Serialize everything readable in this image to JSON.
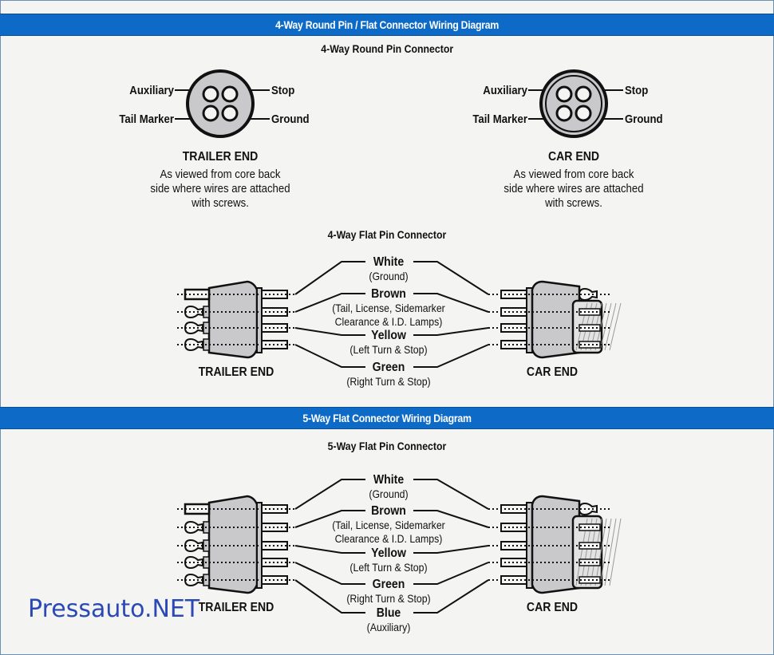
{
  "section1": {
    "banner": "4-Way Round Pin / Flat Connector Wiring Diagram",
    "round_title": "4-Way Round Pin Connector",
    "round_connectors": [
      {
        "end": "TRAILER END",
        "labels": {
          "top_left": "Auxiliary",
          "bottom_left": "Tail Marker",
          "top_right": "Stop",
          "bottom_right": "Ground"
        },
        "note": [
          "As viewed from core back",
          "side where wires are attached",
          "with screws."
        ]
      },
      {
        "end": "CAR END",
        "labels": {
          "top_left": "Auxiliary",
          "bottom_left": "Tail Marker",
          "top_right": "Stop",
          "bottom_right": "Ground"
        },
        "note": [
          "As viewed from core back",
          "side where wires are attached",
          "with screws."
        ]
      }
    ],
    "flat_title": "4-Way Flat Pin Connector",
    "wires": [
      {
        "color": "White",
        "desc": [
          "(Ground)"
        ]
      },
      {
        "color": "Brown",
        "desc": [
          "(Tail, License, Sidemarker",
          "Clearance & I.D. Lamps)"
        ]
      },
      {
        "color": "Yellow",
        "desc": [
          "(Left Turn & Stop)"
        ]
      },
      {
        "color": "Green",
        "desc": [
          "(Right Turn & Stop)"
        ]
      }
    ],
    "trailer_label": "TRAILER END",
    "car_label": "CAR END"
  },
  "section2": {
    "banner": "5-Way Flat Connector Wiring Diagram",
    "flat_title": "5-Way Flat Pin Connector",
    "wires": [
      {
        "color": "White",
        "desc": [
          "(Ground)"
        ]
      },
      {
        "color": "Brown",
        "desc": [
          "(Tail, License, Sidemarker",
          "Clearance & I.D. Lamps)"
        ]
      },
      {
        "color": "Yellow",
        "desc": [
          "(Left Turn & Stop)"
        ]
      },
      {
        "color": "Green",
        "desc": [
          "(Right Turn & Stop)"
        ]
      },
      {
        "color": "Blue",
        "desc": [
          "(Auxiliary)"
        ]
      }
    ],
    "trailer_label": "TRAILER END",
    "car_label": "CAR END"
  },
  "watermark": "Pressauto.NET",
  "colors": {
    "banner": "#0d6ac6",
    "background": "#f4f4f3",
    "connector_fill": "#c9c9cb",
    "watermark": "#2a49b5"
  }
}
